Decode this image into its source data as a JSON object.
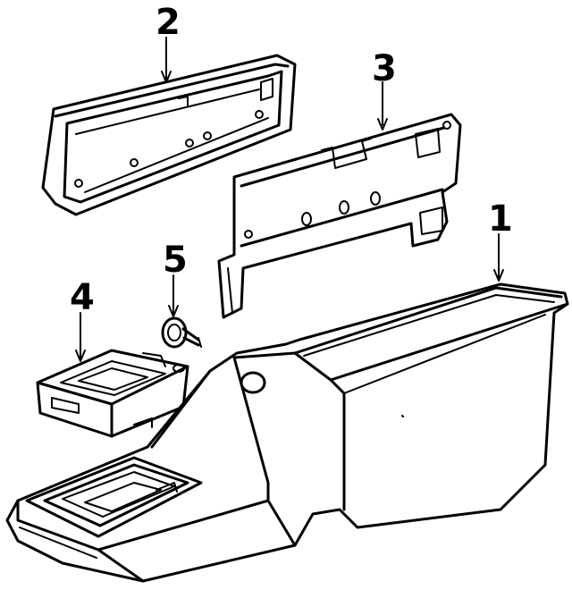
{
  "callouts": [
    {
      "id": "1",
      "label": "1",
      "part": "console-body"
    },
    {
      "id": "2",
      "label": "2",
      "part": "armrest-lid"
    },
    {
      "id": "3",
      "label": "3",
      "part": "lid-backing-plate"
    },
    {
      "id": "4",
      "label": "4",
      "part": "ashtray"
    },
    {
      "id": "5",
      "label": "5",
      "part": "screw"
    }
  ],
  "colors": {
    "line": "#000000",
    "background": "#ffffff"
  }
}
